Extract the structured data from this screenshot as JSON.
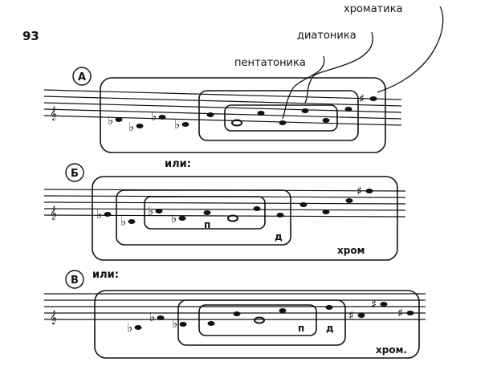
{
  "example_number": "93",
  "labels": {
    "chromatic": "хроматика",
    "diatonic": "диатоника",
    "pentatonic": "пентатоника"
  },
  "sections": [
    {
      "marker": "А",
      "or_label": ""
    },
    {
      "marker": "Б",
      "or_label": "или:",
      "penta_abbr": "п",
      "diat_abbr": "д",
      "chrom_abbr": "хром"
    },
    {
      "marker": "В",
      "or_label": "или:",
      "penta_abbr": "п",
      "diat_abbr": "д",
      "chrom_abbr": "хром."
    }
  ]
}
